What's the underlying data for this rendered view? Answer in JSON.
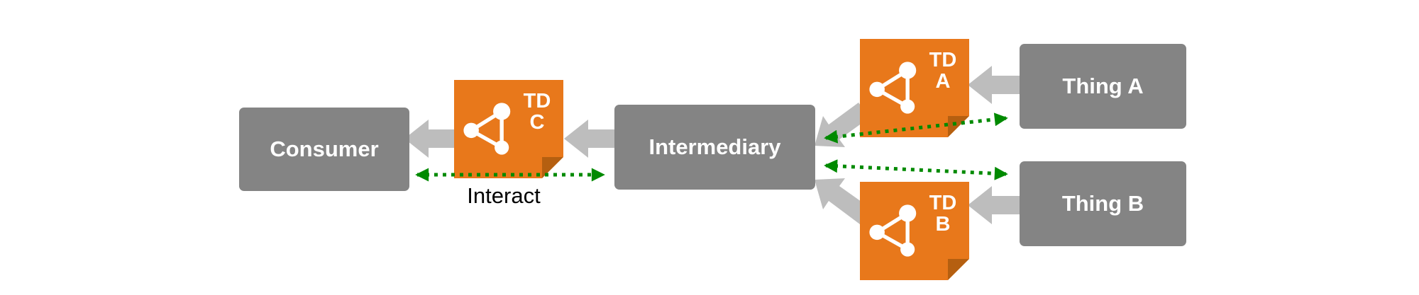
{
  "diagram": {
    "title": "WoT intermediary architecture diagram",
    "nodes": {
      "consumer": {
        "label": "Consumer"
      },
      "intermediary": {
        "label": "Intermediary"
      },
      "thing_a": {
        "label": "Thing A"
      },
      "thing_b": {
        "label": "Thing B"
      }
    },
    "td_icons": {
      "td_c": {
        "line1": "TD",
        "line2": "C"
      },
      "td_a": {
        "line1": "TD",
        "line2": "A"
      },
      "td_b": {
        "line1": "TD",
        "line2": "B"
      }
    },
    "labels": {
      "interact": "Interact"
    },
    "edges": {
      "gray_arrows": [
        "intermediary-to-td-c",
        "td-c-to-consumer",
        "thing-a-to-td-a",
        "td-a-to-intermediary",
        "thing-b-to-td-b",
        "td-b-to-intermediary"
      ],
      "green_dotted_arrows": [
        "consumer-intermediary-interact",
        "intermediary-thing-a-interact",
        "intermediary-thing-b-interact"
      ]
    },
    "colors": {
      "background": "#ffffff",
      "node_fill": "#848484",
      "node_text": "#ffffff",
      "td_fill": "#E8781B",
      "td_fold": "#B55F10",
      "td_glyph": "#ffffff",
      "arrow_gray": "#BDBDBD",
      "arrow_green": "#008A00",
      "interact_text": "#000000"
    }
  }
}
